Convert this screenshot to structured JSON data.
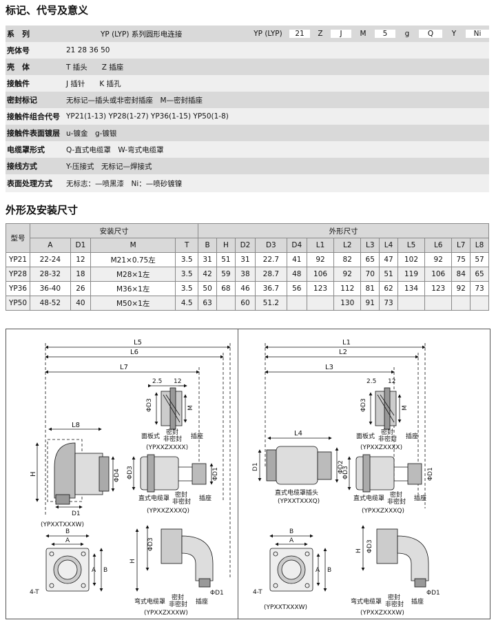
{
  "section1_title": "标记、代号及意义",
  "code_header": {
    "label": "系　列",
    "desc": "YP (LYP) 系列圆形电连接",
    "cols": [
      "YP (LYP)",
      "21",
      "Z",
      "J",
      "M",
      "5",
      "g",
      "Q",
      "Y",
      "Ni"
    ]
  },
  "code_rows": [
    {
      "label": "壳体号",
      "value": "21  28  36  50"
    },
    {
      "label": "壳　体",
      "value": "T  插头　　Z  插座"
    },
    {
      "label": "接触件",
      "value": "J  插针　　K  插孔"
    },
    {
      "label": "密封标记",
      "value": "无标记—插头或非密封插座　M—密封插座"
    },
    {
      "label": "接触件组合代号",
      "value": "YP21(1-13)  YP28(1-27)  YP36(1-15)  YP50(1-8)"
    },
    {
      "label": "接触件表面镀层",
      "value": "u-镀金　g-镀银"
    },
    {
      "label": "电缆罩形式",
      "value": "Q-直式电缆罩　W-弯式电缆罩"
    },
    {
      "label": "接线方式",
      "value": "Y-压接式　无标记—焊接式"
    },
    {
      "label": "表面处理方式",
      "value": "无标志：—喷黑漆　Ni：—喷砂镀镍"
    }
  ],
  "section2_title": "外形及安装尺寸",
  "dim_table": {
    "col_model": "型号",
    "group_install": "安装尺寸",
    "group_outline": "外形尺寸",
    "headers": [
      "A",
      "D1",
      "M",
      "T",
      "B",
      "H",
      "D2",
      "D3",
      "D4",
      "L1",
      "L2",
      "L3",
      "L4",
      "L5",
      "L6",
      "L7",
      "L8"
    ],
    "rows": [
      [
        "YP21",
        "22-24",
        "12",
        "M21×0.75左",
        "3.5",
        "31",
        "51",
        "31",
        "22.7",
        "41",
        "92",
        "82",
        "65",
        "47",
        "102",
        "92",
        "75",
        "57"
      ],
      [
        "YP28",
        "28-32",
        "18",
        "M28×1左",
        "3.5",
        "42",
        "59",
        "38",
        "28.7",
        "48",
        "106",
        "92",
        "70",
        "51",
        "119",
        "106",
        "84",
        "65"
      ],
      [
        "YP36",
        "36-40",
        "26",
        "M36×1左",
        "3.5",
        "50",
        "68",
        "46",
        "36.7",
        "56",
        "123",
        "112",
        "81",
        "62",
        "134",
        "123",
        "92",
        "73"
      ],
      [
        "YP50",
        "48-52",
        "40",
        "M50×1左",
        "4.5",
        "63",
        "",
        "60",
        "51.2",
        "",
        "",
        "130",
        "91",
        "73",
        "",
        "",
        "",
        ""
      ]
    ]
  },
  "left_drawing": {
    "L5": "L5",
    "L6": "L6",
    "L7": "L7",
    "L8": "L8",
    "dim25": "2.5",
    "dim12": "12",
    "D3": "ΦD3",
    "M": "M",
    "D4": "ΦD4",
    "H": "H",
    "D1": "D1",
    "panel_caption": "面板式",
    "seal": "密封",
    "nonseal": "非密封",
    "socket": "插座",
    "panel_code": "(YPXXZXXXX)",
    "straight_caption": "直式电缆罩",
    "straight_code": "(YPXXZXXXQ)",
    "plug_code": "(YPXXTXXXW)",
    "B": "B",
    "A": "A",
    "T4": "4-T",
    "elbow_caption": "弯式电缆罩",
    "elbow_code": "(YPXXZXXXW)",
    "D1b": "ΦD1",
    "D1c": "ΦD1"
  },
  "right_drawing": {
    "L1": "L1",
    "L2": "L2",
    "L3": "L3",
    "L4": "L4",
    "dim25": "2.5",
    "dim12": "12",
    "D3": "ΦD3",
    "M": "M",
    "D1": "D1",
    "D2": "ΦD2",
    "panel_caption": "面板式",
    "seal": "密封",
    "nonseal": "非密封",
    "socket": "插座",
    "panel_code": "(YPXXZXXXX)",
    "plug_caption": "直式电缆罩插头",
    "plug_code": "(YPXXTXXXQ)",
    "straight_caption": "直式电缆罩",
    "straight_code": "(YPXXZXXXQ)",
    "D1b": "ΦD1",
    "B": "B",
    "A": "A",
    "T4": "4-T",
    "H": "H",
    "code_w": "(YPXXTXXXW)",
    "elbow_caption": "弯式电缆罩",
    "elbow_code": "(YPXXZXXXW)",
    "D1c": "ΦD1"
  }
}
